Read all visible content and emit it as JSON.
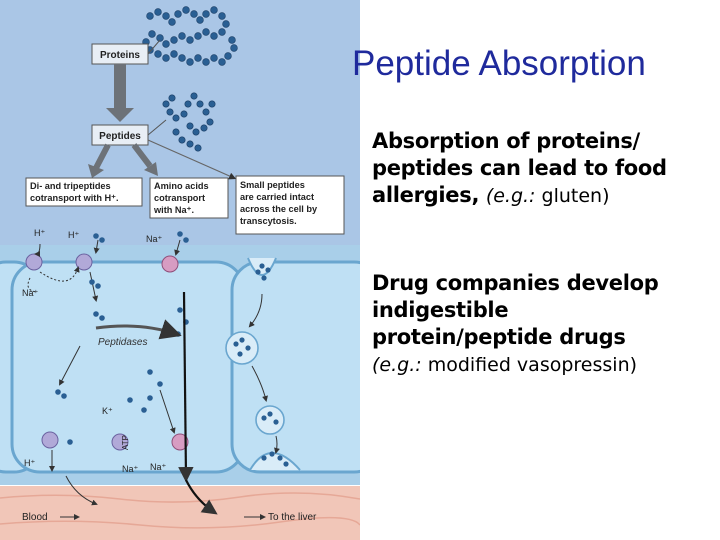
{
  "slide": {
    "title": "Peptide Absorption",
    "bullets": [
      {
        "text_bold": "Absorption of proteins/ peptides can lead to food allergies,",
        "example_prefix": "(e.g.:",
        "example_text": "gluten)"
      },
      {
        "text_bold_lines": [
          "Drug companies develop",
          "indigestible",
          "protein/peptide drugs"
        ],
        "example_prefix": "(e.g.:",
        "example_text": "modified vasopressin)"
      }
    ]
  },
  "diagram": {
    "boxes": {
      "proteins": "Proteins",
      "peptides": "Peptides",
      "di_tri_line1": "Di- and tripeptides",
      "di_tri_line2": "cotransport with H⁺.",
      "amino_line1": "Amino acids",
      "amino_line2": "cotransport",
      "amino_line3": "with Na⁺.",
      "small_line1": "Small peptides",
      "small_line2": "are carried intact",
      "small_line3": "across the cell by",
      "small_line4": "transcytosis."
    },
    "labels": {
      "h1": "H⁺",
      "h2": "H⁺",
      "na_top": "Na⁺",
      "na_left": "Na⁺",
      "peptidases": "Peptidases",
      "k": "K⁺",
      "atp": "ATP",
      "h_bottom": "H⁺",
      "na_b1": "Na⁺",
      "na_b2": "Na⁺",
      "blood": "Blood",
      "liver": "To the liver"
    },
    "colors": {
      "lumen": "#aac6e6",
      "cell": "#bfe0f4",
      "membrane": "#6aa6cf",
      "blood": "#f1c6b8",
      "peptide_bead": "#2a5f93",
      "transporter": "#b1a9d8",
      "sodium_transporter": "#d79cc2",
      "title": "#1f2a9c"
    }
  }
}
